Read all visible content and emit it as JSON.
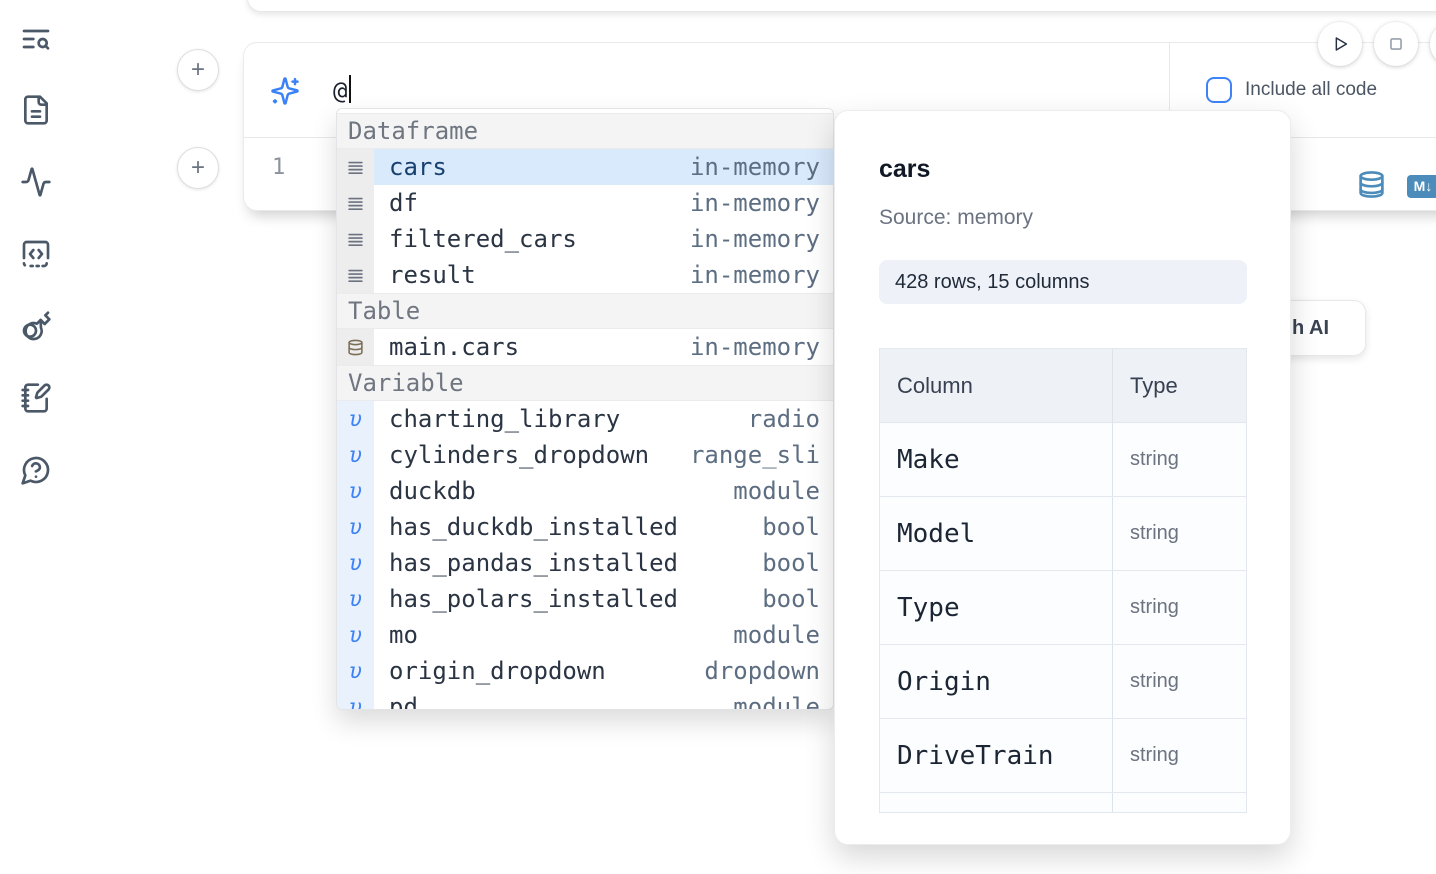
{
  "sidebar": {
    "icons": [
      "list-search-icon",
      "file-text-icon",
      "activity-icon",
      "code-square-icon",
      "key-icon",
      "notebook-pen-icon",
      "help-chat-icon"
    ]
  },
  "toolbar": {
    "play": "run-cell",
    "stop": "interrupt"
  },
  "prompt": {
    "value": "@",
    "include_all_code_label": "Include all code"
  },
  "editor": {
    "line_number": "1",
    "markdown_badge": "M↓"
  },
  "autocomplete": {
    "sections": [
      {
        "label": "Dataframe",
        "items": [
          {
            "icon": "dataframe-icon",
            "name": "cars",
            "type": "in-memory",
            "selected": true
          },
          {
            "icon": "dataframe-icon",
            "name": "df",
            "type": "in-memory"
          },
          {
            "icon": "dataframe-icon",
            "name": "filtered_cars",
            "type": "in-memory"
          },
          {
            "icon": "dataframe-icon",
            "name": "result",
            "type": "in-memory"
          }
        ]
      },
      {
        "label": "Table",
        "items": [
          {
            "icon": "table-database-icon",
            "name": "main.cars",
            "type": "in-memory"
          }
        ]
      },
      {
        "label": "Variable",
        "items": [
          {
            "icon": "variable-icon",
            "name": "charting_library",
            "type": "radio"
          },
          {
            "icon": "variable-icon",
            "name": "cylinders_dropdown",
            "type": "range_sli"
          },
          {
            "icon": "variable-icon",
            "name": "duckdb",
            "type": "module"
          },
          {
            "icon": "variable-icon",
            "name": "has_duckdb_installed",
            "type": "bool"
          },
          {
            "icon": "variable-icon",
            "name": "has_pandas_installed",
            "type": "bool"
          },
          {
            "icon": "variable-icon",
            "name": "has_polars_installed",
            "type": "bool"
          },
          {
            "icon": "variable-icon",
            "name": "mo",
            "type": "module"
          },
          {
            "icon": "variable-icon",
            "name": "origin_dropdown",
            "type": "dropdown"
          },
          {
            "icon": "variable-icon",
            "name": "pd",
            "type": "module"
          }
        ]
      }
    ]
  },
  "preview": {
    "title": "cars",
    "source": "Source: memory",
    "shape_badge": "428 rows, 15 columns",
    "table": {
      "headers": [
        "Column",
        "Type"
      ],
      "rows": [
        {
          "column": "Make",
          "type": "string"
        },
        {
          "column": "Model",
          "type": "string"
        },
        {
          "column": "Type",
          "type": "string"
        },
        {
          "column": "Origin",
          "type": "string"
        },
        {
          "column": "DriveTrain",
          "type": "string"
        },
        {
          "column": "",
          "type": ""
        }
      ]
    }
  },
  "ai_button": {
    "visible_label": "h AI"
  },
  "colors": {
    "accent_blue": "#3b82f6",
    "steel_blue": "#4c8cba",
    "selected_row_bg": "#d9eafc",
    "muted_text": "#5d6e82"
  }
}
